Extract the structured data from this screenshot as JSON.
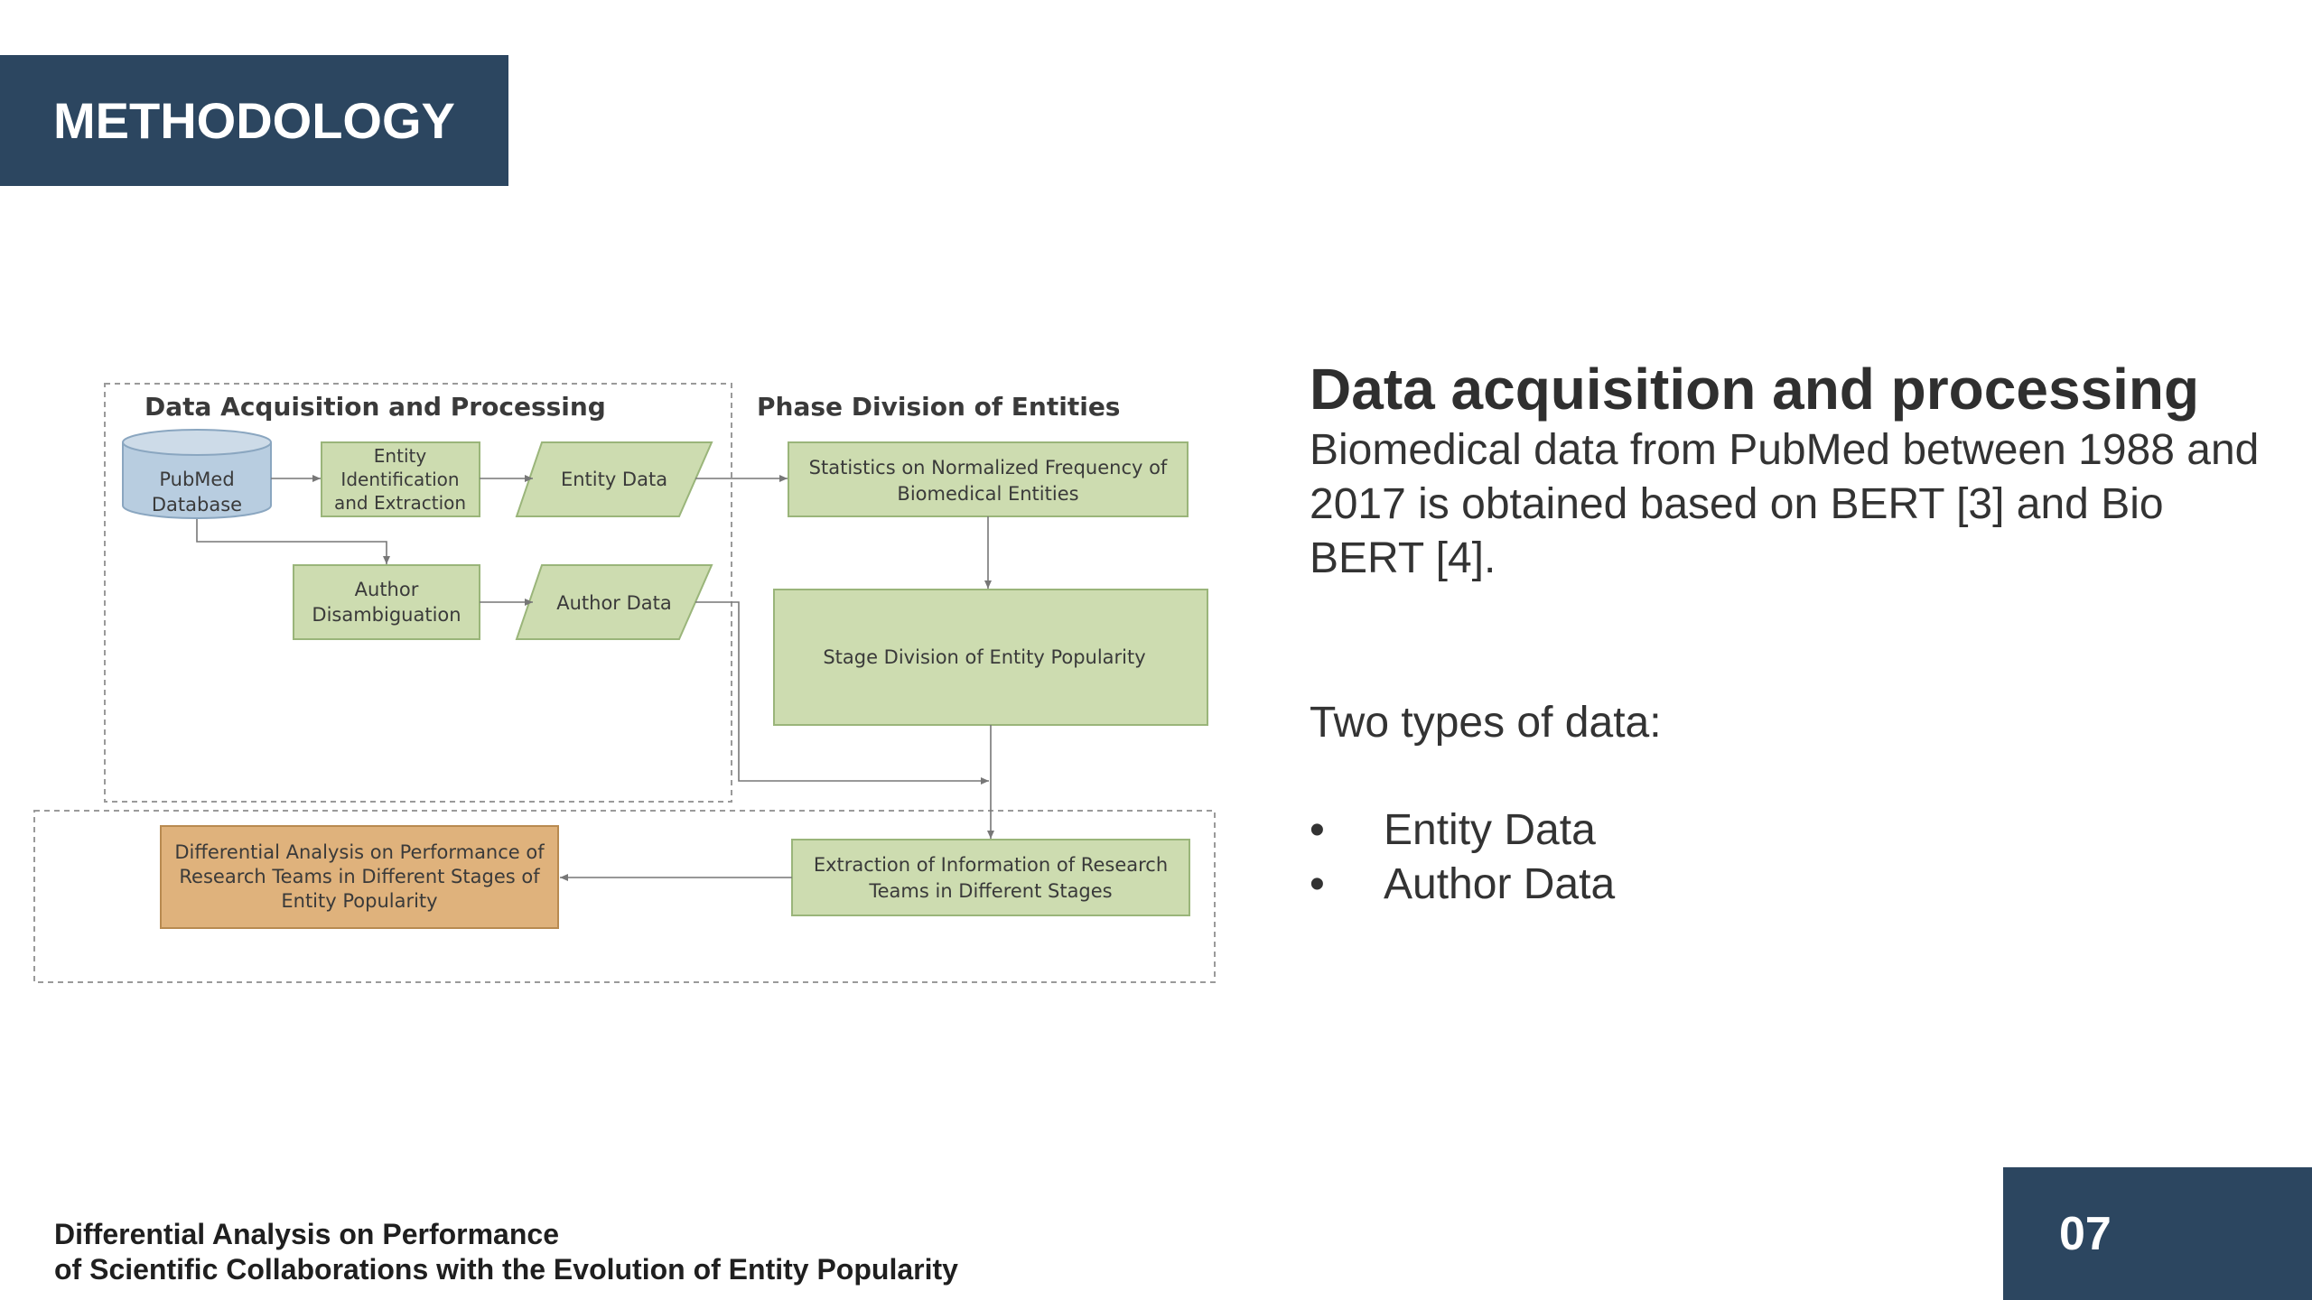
{
  "section": {
    "title": "METHODOLOGY"
  },
  "diagram": {
    "group_left_title": "Data Acquisition and Processing",
    "group_right_title": "Phase Division of Entities",
    "pubmed": [
      "PubMed",
      "Database"
    ],
    "entity_identification": [
      "Entity",
      "Identification",
      "and Extraction"
    ],
    "entity_data": "Entity Data",
    "author_disambiguation": [
      "Author",
      "Disambiguation"
    ],
    "author_data": "Author Data",
    "statistics": [
      "Statistics on Normalized Frequency of",
      "Biomedical Entities"
    ],
    "stage_division": "Stage Division of Entity Popularity",
    "extraction": [
      "Extraction of Information of Research",
      "Teams in Different Stages"
    ],
    "differential": [
      "Differential Analysis on Performance of",
      "Research Teams in Different Stages of",
      "Entity Popularity"
    ],
    "colors": {
      "green_fill": "#cddcb0",
      "green_stroke": "#9ab57a",
      "orange_fill": "#dfb27c",
      "orange_stroke": "#b88a50",
      "db_fill": "#b8cde0"
    }
  },
  "content": {
    "heading": "Data acquisition and processing",
    "description": "Biomedical data from PubMed between 1988 and 2017 is obtained based on BERT [3] and Bio BERT [4].",
    "types_label": "Two types of data:",
    "bullets": [
      "Entity Data",
      "Author Data"
    ]
  },
  "footer": {
    "line1": "Differential Analysis on Performance",
    "line2": "of Scientific Collaborations with the Evolution of Entity Popularity",
    "page": "07"
  },
  "theme": {
    "accent": "#2c4660"
  }
}
